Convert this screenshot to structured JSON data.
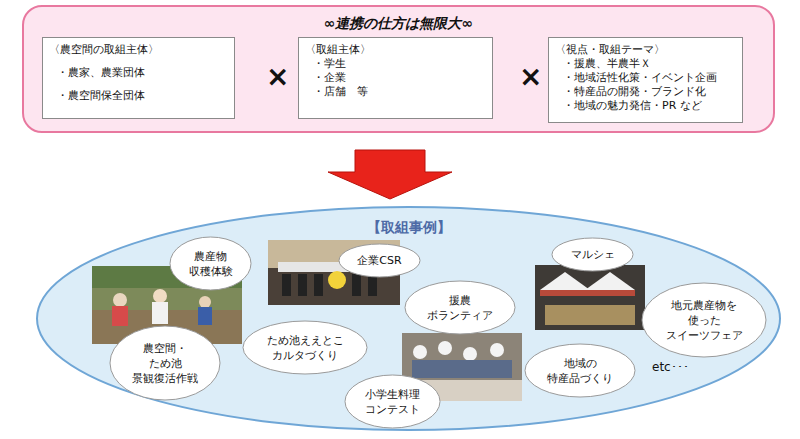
{
  "diagram": {
    "nodes": [
      {
        "text": [
          "∞連携の仕方は無限大∞"
        ]
      },
      {
        "text": [
          "〈農空間の取組主体〉",
          "・農家、農業団体",
          "・農空間保全団体"
        ],
        "in": 0
      },
      {
        "text": [
          "〈取組主体〉",
          "・学生",
          "・企業",
          "・店舗　等"
        ],
        "in": 0
      },
      {
        "text": [
          "〈視点・取組テーマ〉",
          "・援農、半農半Ｘ",
          "・地域活性化策・イベント企画",
          "・特産品の開発・ブランド化",
          "・地域の魅力発信・PR など"
        ],
        "in": 0
      },
      {
        "text": [
          "【取組事例】"
        ]
      },
      {
        "text": [
          "農産物 収穫体験"
        ],
        "in": 4
      },
      {
        "text": [
          "企業CSR"
        ],
        "in": 4
      },
      {
        "text": [
          "マルシェ"
        ],
        "in": 4
      },
      {
        "text": [
          "援農 ボランティア"
        ],
        "in": 4
      },
      {
        "text": [
          "地元農産物を 使った スイーツフェア"
        ],
        "in": 4
      },
      {
        "text": [
          "ため池ええとこ カルタづくり"
        ],
        "in": 4
      },
      {
        "text": [
          "農空間・ため池 景観復活作戦"
        ],
        "in": 4
      },
      {
        "text": [
          "地域の 特産品づくり"
        ],
        "in": 4
      },
      {
        "text": [
          "小学生料理 コンテスト"
        ],
        "in": 4
      }
    ],
    "labels": [
      "×",
      "×",
      "etc･･･"
    ]
  }
}
